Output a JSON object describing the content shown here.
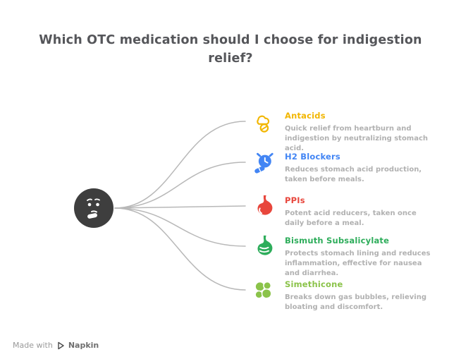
{
  "title": "Which OTC medication should I choose for indigestion relief?",
  "persona": {
    "icon": "thinking-face-icon"
  },
  "items": [
    {
      "label": "Antacids",
      "color": "#F2B600",
      "icon": "antacid-tablet-icon",
      "description": "Quick relief from heartburn and indigestion by neutralizing stomach acid."
    },
    {
      "label": "H2 Blockers",
      "color": "#4285F4",
      "icon": "alarm-clock-pill-icon",
      "description": "Reduces stomach acid production, taken before meals."
    },
    {
      "label": "PPIs",
      "color": "#E8463C",
      "icon": "stomach-icon",
      "description": "Potent acid reducers, taken once daily before a meal."
    },
    {
      "label": "Bismuth Subsalicylate",
      "color": "#2EAD5B",
      "icon": "stomach-protect-icon",
      "description": "Protects stomach lining and reduces inflammation, effective for nausea and diarrhea."
    },
    {
      "label": "Simethicone",
      "color": "#8BC34A",
      "icon": "gas-bubbles-icon",
      "description": "Breaks down gas bubbles, relieving bloating and discomfort."
    }
  ],
  "footer": {
    "made_with": "Made with",
    "brand": "Napkin"
  }
}
